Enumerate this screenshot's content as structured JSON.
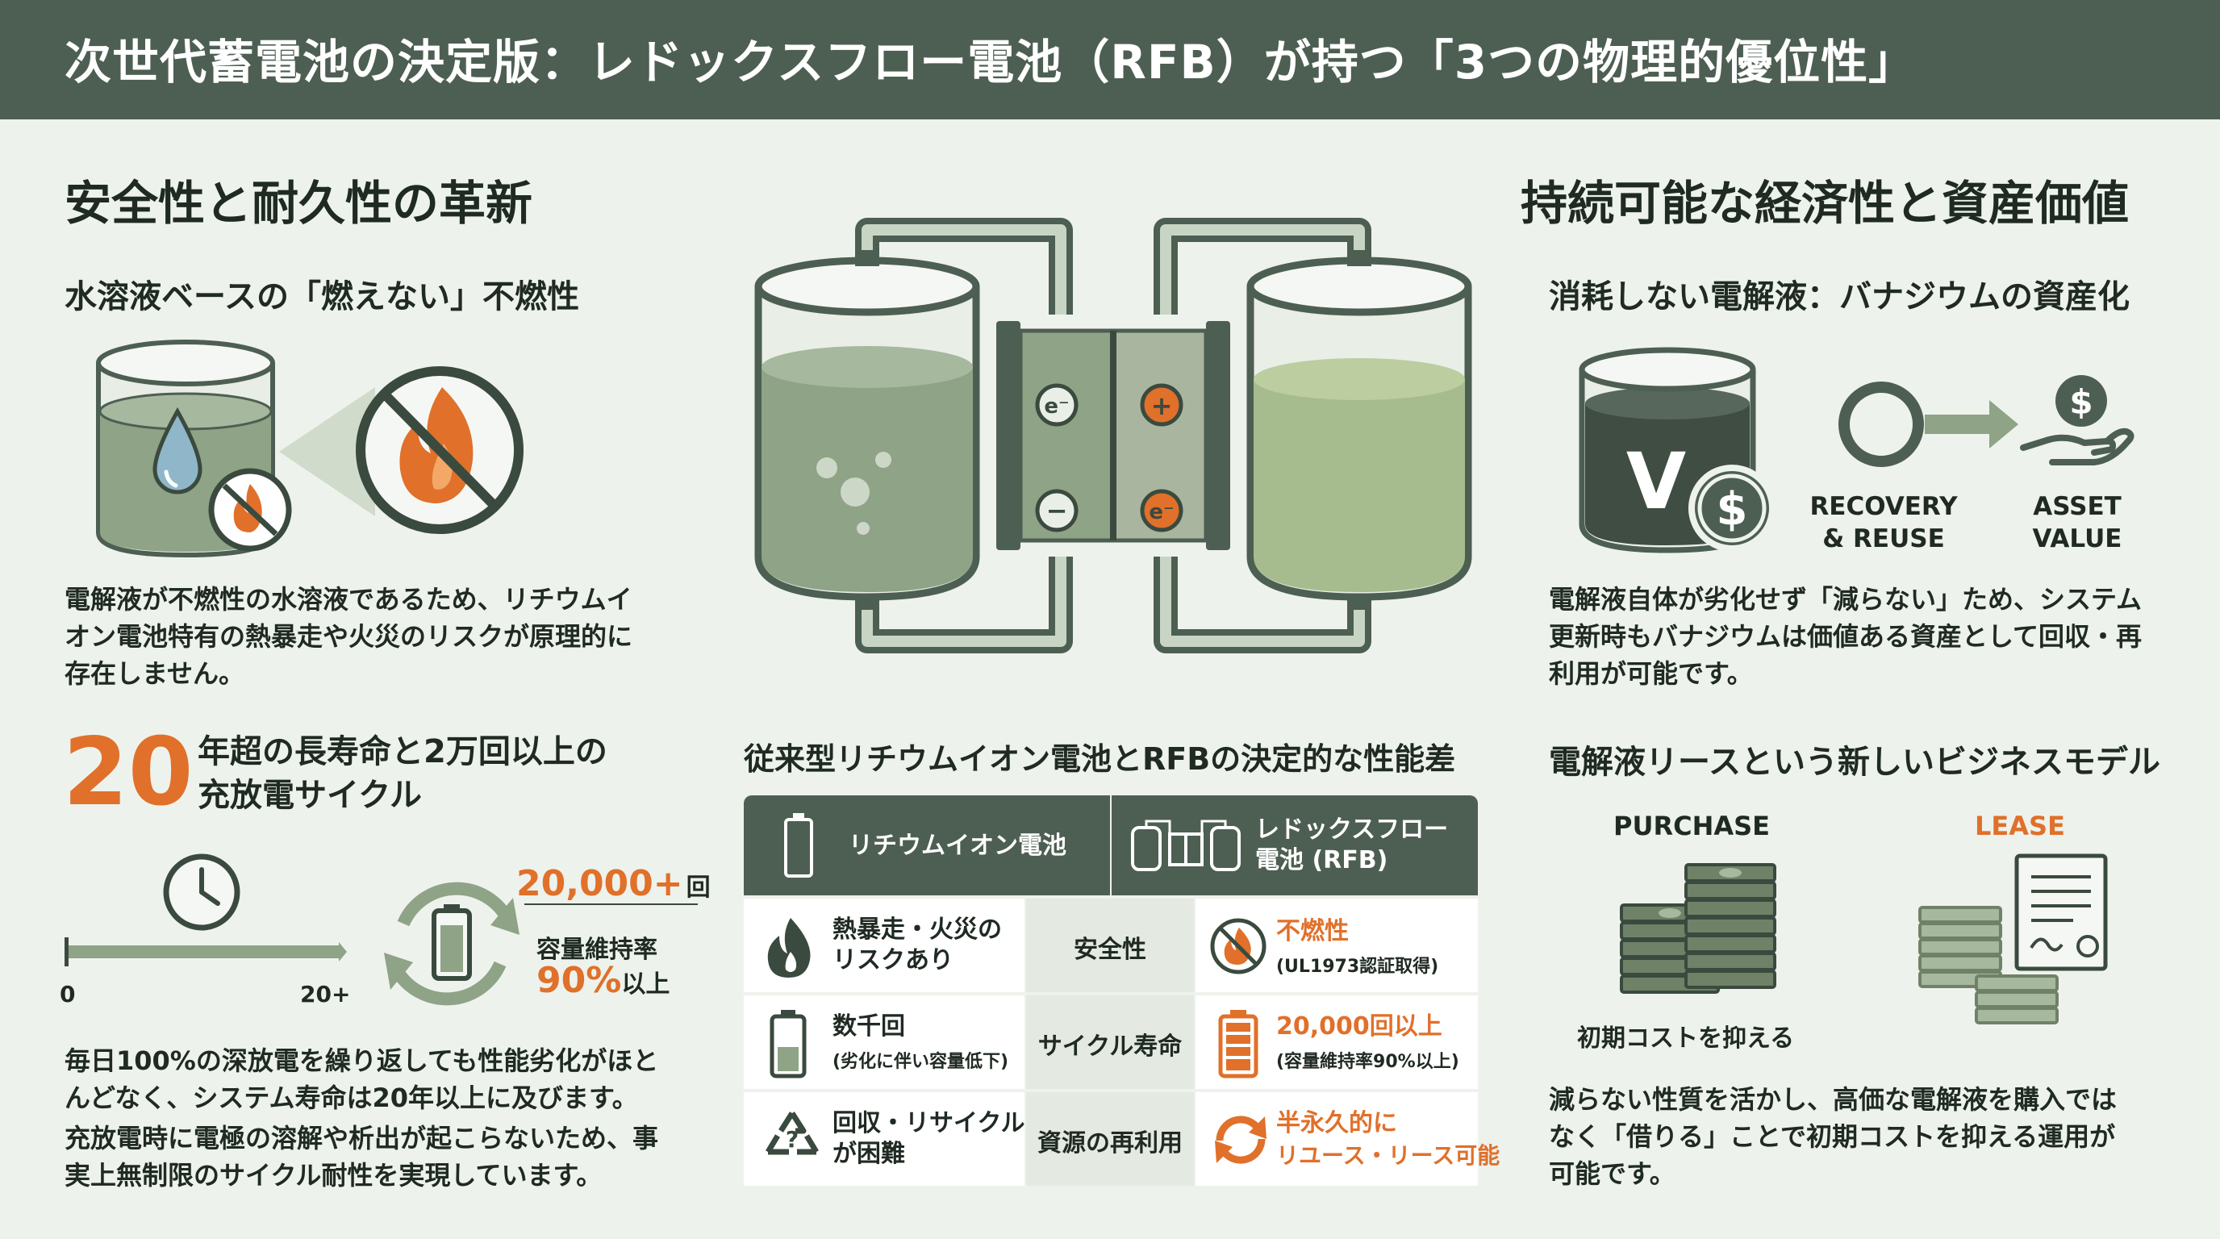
{
  "header": {
    "title": "次世代蓄電池の決定版：レドックスフロー電池（RFB）が持つ「3つの物理的優位性」"
  },
  "left": {
    "section_title": "安全性と耐久性の革新",
    "nonflammable": {
      "title": "水溶液ベースの「燃えない」不燃性",
      "text_lines": [
        "電解液が不燃性の水溶液であるため、リチウムイ",
        "オン電池特有の熱暴走や火災のリスクが原理的に",
        "存在しません。"
      ]
    },
    "lifespan": {
      "big_number": "20",
      "title_line1": "年超の長寿命と2万回以上の",
      "title_line2": "充放電サイクル",
      "axis_start": "0",
      "axis_end": "20+",
      "cycles_value": "20,000+",
      "cycles_unit": "回",
      "retention_label": "容量維持率",
      "retention_value": "90%",
      "retention_suffix": "以上",
      "text1_lines": [
        "毎日100%の深放電を繰り返しても性能劣化がほと",
        "んどなく、システム寿命は20年以上に及びます。"
      ],
      "text2_lines": [
        "充放電時に電極の溶解や析出が起こらないため、事",
        "実上無制限のサイクル耐性を実現しています。"
      ]
    }
  },
  "center": {
    "diagram": {
      "electron_label": "e⁻",
      "plus": "+",
      "minus": "−"
    },
    "comparison": {
      "title": "従来型リチウムイオン電池とRFBの決定的な性能差",
      "col_left": "リチウムイオン電池",
      "col_right_line1": "レドックスフロー",
      "col_right_line2": "電池 (RFB)",
      "rows": [
        {
          "left_main_line1": "熱暴走・火災の",
          "left_main_line2": "リスクあり",
          "left_sub": "",
          "middle": "安全性",
          "right_main": "不燃性",
          "right_sub": "(UL1973認証取得)"
        },
        {
          "left_main_line1": "数千回",
          "left_main_line2": "",
          "left_sub": "(劣化に伴い容量低下)",
          "middle": "サイクル寿命",
          "right_main": "20,000回以上",
          "right_sub": "(容量維持率90%以上)"
        },
        {
          "left_main_line1": "回収・リサイクル",
          "left_main_line2": "が困難",
          "left_sub": "",
          "middle": "資源の再利用",
          "right_main": "半永久的に",
          "right_sub": "リユース・リース可能"
        }
      ]
    }
  },
  "right": {
    "section_title": "持続可能な経済性と資産価値",
    "asset": {
      "title": "消耗しない電解液：バナジウムの資産化",
      "v_label": "V",
      "dollar": "$",
      "recovery_line1": "RECOVERY",
      "recovery_line2": "& REUSE",
      "asset_line1": "ASSET",
      "asset_line2": "VALUE",
      "text_lines": [
        "電解液自体が劣化せず「減らない」ため、システム",
        "更新時もバナジウムは価値ある資産として回収・再",
        "利用が可能です。"
      ]
    },
    "lease": {
      "title": "電解液リースという新しいビジネスモデル",
      "purchase_label": "PURCHASE",
      "lease_label": "LEASE",
      "purchase_caption": "初期コストを抑える",
      "text_lines": [
        "減らない性質を活かし、高価な電解液を購入では",
        "なく「借りる」ことで初期コストを抑える運用が",
        "可能です。"
      ]
    }
  },
  "colors": {
    "header_bg": "#4d5f52",
    "accent_orange": "#e0702a",
    "dark_green": "#4d5f52",
    "sage": "#8fa386",
    "background": "#eef2ec"
  }
}
